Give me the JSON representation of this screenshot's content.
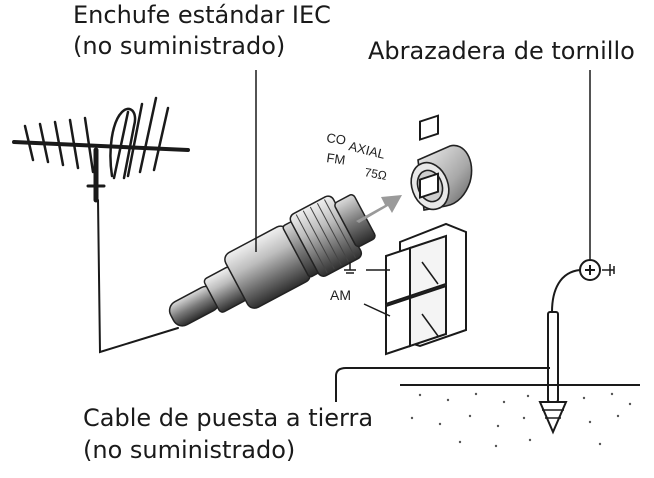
{
  "labels": {
    "iec_plug_line1": "Enchufe estándar IEC",
    "iec_plug_line2": "(no suministrado)",
    "screw_clamp": "Abrazadera de tornillo",
    "ground_cable_line1": "Cable de puesta a tierra",
    "ground_cable_line2": "(no suministrado)"
  },
  "jack_labels": {
    "coaxial_line1": "CO",
    "coaxial_line1b": "AXIAL",
    "coaxial_line2": "FM",
    "coaxial_ohm": "75Ω",
    "am": "AM"
  },
  "colors": {
    "ink": "#1a1a1a",
    "metal_dark": "#3a3a3a",
    "metal_mid": "#8a8a8a",
    "metal_light": "#d6d6d6",
    "arrow": "#9a9a9a"
  }
}
